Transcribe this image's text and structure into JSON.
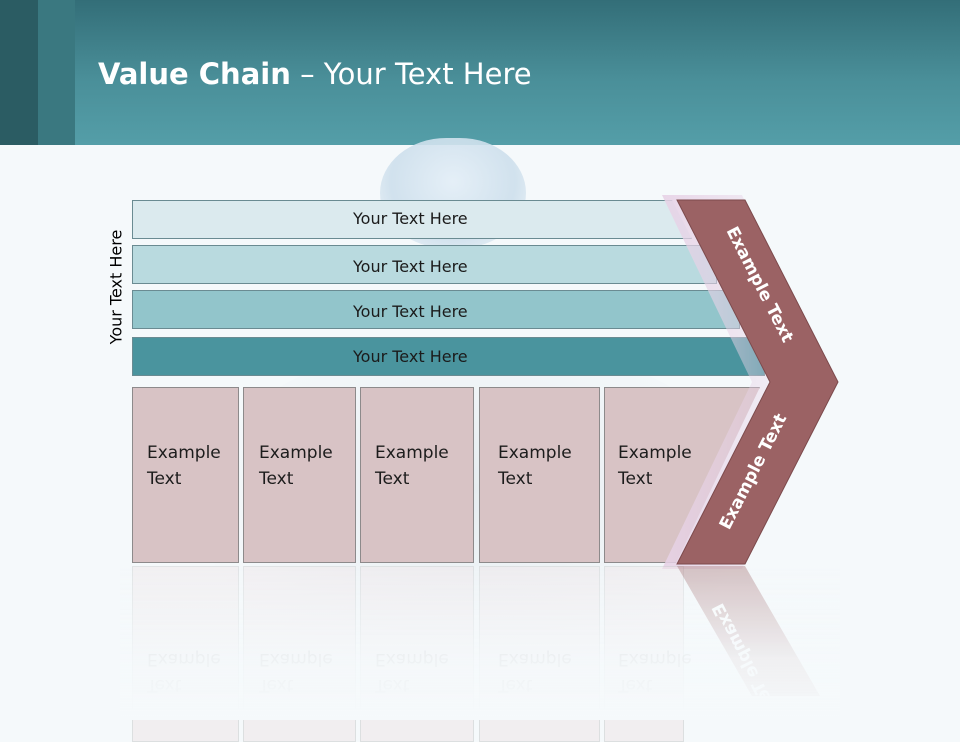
{
  "title": {
    "bold": "Value Chain",
    "rest": " – Your Text Here"
  },
  "side_label": "Your Text Here",
  "bands": [
    {
      "label": "Your Text Here",
      "color": "#dbeaee"
    },
    {
      "label": "Your Text Here",
      "color": "#b9dadf"
    },
    {
      "label": "Your Text Here",
      "color": "#92c5cb"
    },
    {
      "label": "Your Text Here",
      "color": "#4a949e"
    }
  ],
  "boxes": [
    {
      "line1": "Example",
      "line2": "Text"
    },
    {
      "line1": "Example",
      "line2": "Text"
    },
    {
      "line1": "Example",
      "line2": "Text"
    },
    {
      "line1": "Example",
      "line2": "Text"
    },
    {
      "line1": "Example",
      "line2": "Text"
    }
  ],
  "arrow": {
    "upper_text": "Example Text",
    "lower_text": "Example Text",
    "color": "#9b6264"
  },
  "colors": {
    "header": "#4a8f99",
    "box": "#d8c3c5",
    "arrow": "#9b6264"
  }
}
